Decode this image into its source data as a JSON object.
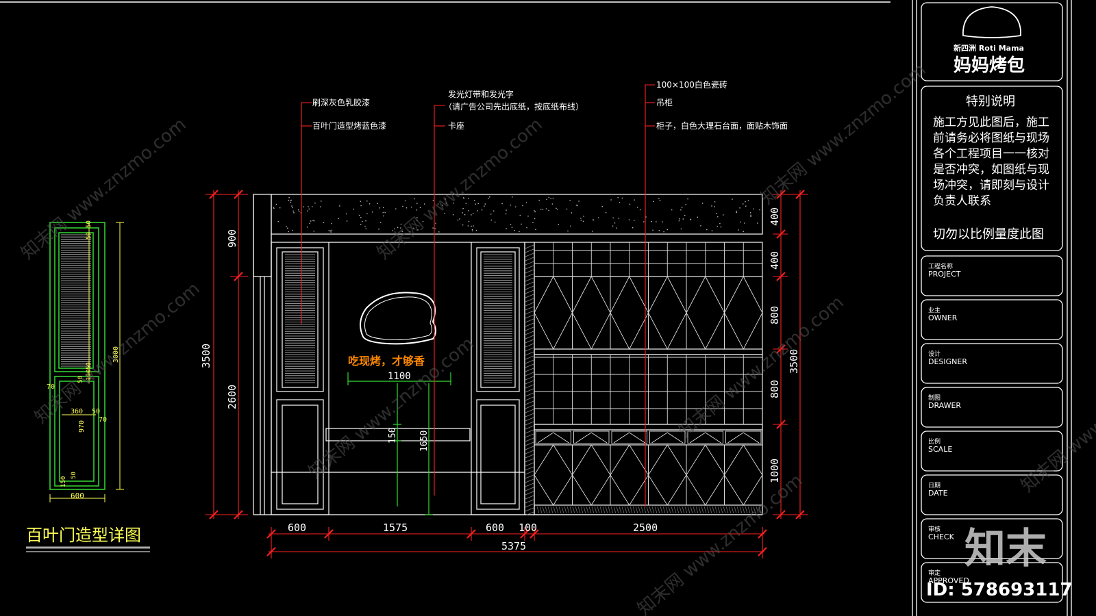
{
  "colors": {
    "background": "#000000",
    "linework": "#ffffff",
    "dimension": "#ff2020",
    "door_outline": "#33dd33",
    "door_dim": "#ffff55",
    "signage": "#ff8800",
    "green_dim": "#33dd33"
  },
  "left_detail": {
    "title": "百叶门造型详图",
    "dims": {
      "total_height": "3000",
      "width": "600",
      "lower_panel_width": "360",
      "lower_panel_height": "970",
      "side_a": "50",
      "side_b": "70",
      "gap_50": "50",
      "top_a": "50",
      "top_b": "50",
      "bottom_a": "150",
      "bottom_b": "50",
      "mid": "100",
      "left_margin": "70",
      "vert_50": "50"
    }
  },
  "annotations": {
    "left": [
      "刷深灰色乳胶漆",
      "百叶门造型烤蓝色漆"
    ],
    "middle": [
      "发光灯带和发光字",
      "（请广告公司先出底纸，按底纸布线）",
      "卡座"
    ],
    "right": [
      "100×100白色瓷砖",
      "吊柜",
      "柜子，白色大理石台面，面贴木饰面"
    ]
  },
  "signage": {
    "text": "吃现烤，才够香"
  },
  "elevation_dims": {
    "bottom": [
      "600",
      "1575",
      "600",
      "100",
      "2500"
    ],
    "total": "5375",
    "left": [
      "900",
      "2600",
      "3500"
    ],
    "right": [
      "400",
      "400",
      "800",
      "800",
      "1000",
      "3500"
    ],
    "inner": [
      "1100",
      "150",
      "1650"
    ]
  },
  "title_block": {
    "brand_line": "新四洲 Roti Mama",
    "brand_cn": "妈妈烤包",
    "notes_title": "特别说明",
    "notes_body": [
      "施工方见此图后，施工",
      "前请务必将图纸与现场",
      "各个工程项目一一核对",
      "是否冲突，如图纸与现",
      "场冲突，请即刻与设计",
      "负责人联系"
    ],
    "notes_scale": "切勿以比例量度此图",
    "fields": [
      {
        "cn": "工程名称",
        "en": "PROJECT"
      },
      {
        "cn": "业主",
        "en": "OWNER"
      },
      {
        "cn": "设计",
        "en": "DESIGNER"
      },
      {
        "cn": "制图",
        "en": "DRAWER"
      },
      {
        "cn": "比例",
        "en": "SCALE"
      },
      {
        "cn": "日期",
        "en": "DATE"
      },
      {
        "cn": "审核",
        "en": "CHECK"
      },
      {
        "cn": "审定",
        "en": "APPROVED"
      }
    ]
  },
  "watermark": {
    "logo": "知末",
    "id": "ID: 578693117",
    "site": "知末网 www.znzmo.com"
  }
}
